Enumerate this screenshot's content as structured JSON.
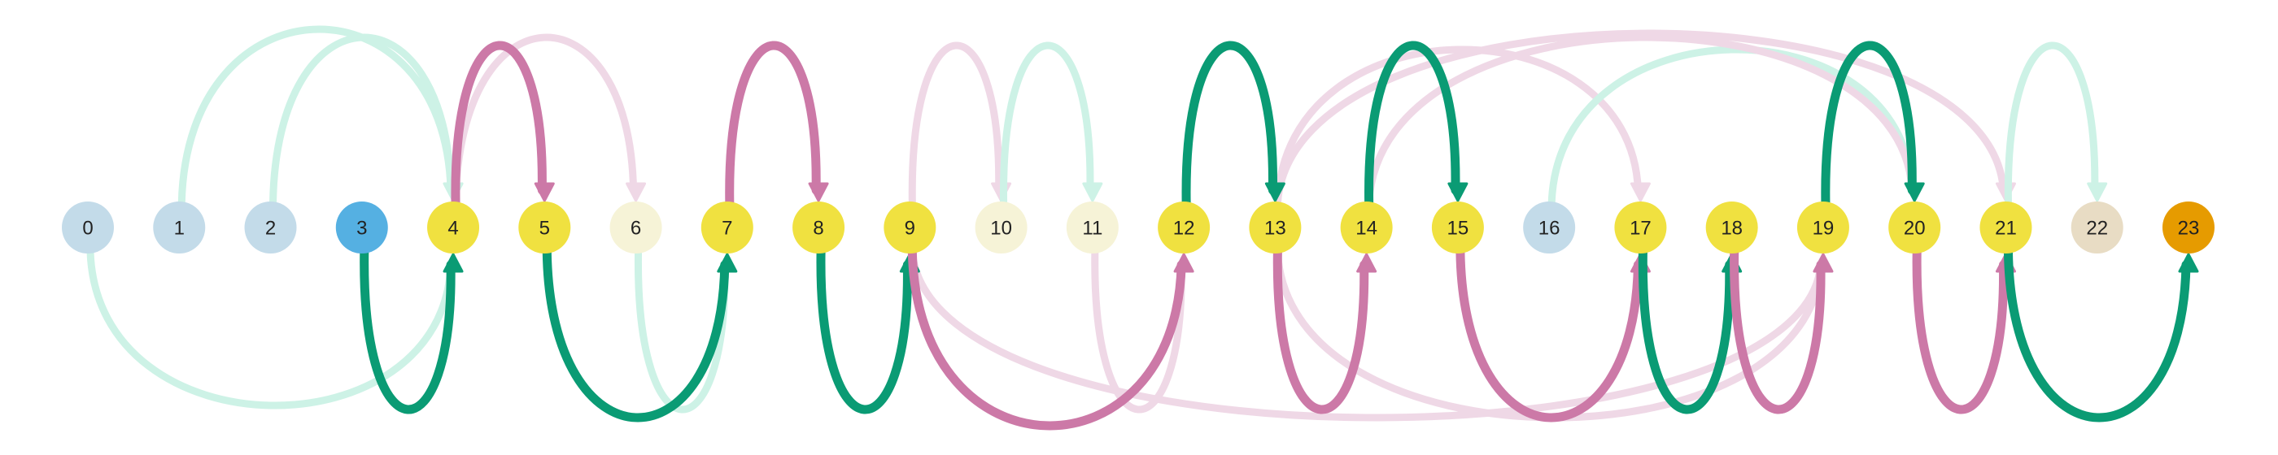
{
  "colors": {
    "green": "#0a9b74",
    "green_light": "#cdf2e6",
    "pink": "#cc79a7",
    "pink_light": "#efd8e6",
    "node_blue_light": "#c3dbe9",
    "node_blue": "#55b0e2",
    "node_yellow": "#f0e140",
    "node_cream": "#f6f3d7",
    "node_beige": "#e8dcc4",
    "node_orange": "#e69b00"
  },
  "nodes": [
    {
      "id": 0,
      "label": "0",
      "color": "node_blue_light"
    },
    {
      "id": 1,
      "label": "1",
      "color": "node_blue_light"
    },
    {
      "id": 2,
      "label": "2",
      "color": "node_blue_light"
    },
    {
      "id": 3,
      "label": "3",
      "color": "node_blue"
    },
    {
      "id": 4,
      "label": "4",
      "color": "node_yellow"
    },
    {
      "id": 5,
      "label": "5",
      "color": "node_yellow"
    },
    {
      "id": 6,
      "label": "6",
      "color": "node_cream"
    },
    {
      "id": 7,
      "label": "7",
      "color": "node_yellow"
    },
    {
      "id": 8,
      "label": "8",
      "color": "node_yellow"
    },
    {
      "id": 9,
      "label": "9",
      "color": "node_yellow"
    },
    {
      "id": 10,
      "label": "10",
      "color": "node_cream"
    },
    {
      "id": 11,
      "label": "11",
      "color": "node_cream"
    },
    {
      "id": 12,
      "label": "12",
      "color": "node_yellow"
    },
    {
      "id": 13,
      "label": "13",
      "color": "node_yellow"
    },
    {
      "id": 14,
      "label": "14",
      "color": "node_yellow"
    },
    {
      "id": 15,
      "label": "15",
      "color": "node_yellow"
    },
    {
      "id": 16,
      "label": "16",
      "color": "node_blue_light"
    },
    {
      "id": 17,
      "label": "17",
      "color": "node_yellow"
    },
    {
      "id": 18,
      "label": "18",
      "color": "node_yellow"
    },
    {
      "id": 19,
      "label": "19",
      "color": "node_yellow"
    },
    {
      "id": 20,
      "label": "20",
      "color": "node_yellow"
    },
    {
      "id": 21,
      "label": "21",
      "color": "node_yellow"
    },
    {
      "id": 22,
      "label": "22",
      "color": "node_beige"
    },
    {
      "id": 23,
      "label": "23",
      "color": "node_orange"
    }
  ],
  "edges": [
    {
      "from": 0,
      "to": 4,
      "side": "below",
      "color": "green_light"
    },
    {
      "from": 1,
      "to": 4,
      "side": "above",
      "color": "green_light"
    },
    {
      "from": 2,
      "to": 4,
      "side": "above",
      "color": "green_light"
    },
    {
      "from": 3,
      "to": 4,
      "side": "below",
      "color": "green"
    },
    {
      "from": 4,
      "to": 5,
      "side": "above",
      "color": "pink"
    },
    {
      "from": 4,
      "to": 6,
      "side": "above",
      "color": "pink_light"
    },
    {
      "from": 5,
      "to": 7,
      "side": "below",
      "color": "green"
    },
    {
      "from": 6,
      "to": 7,
      "side": "below",
      "color": "green_light"
    },
    {
      "from": 7,
      "to": 8,
      "side": "above",
      "color": "pink"
    },
    {
      "from": 8,
      "to": 9,
      "side": "below",
      "color": "green"
    },
    {
      "from": 9,
      "to": 10,
      "side": "above",
      "color": "pink_light"
    },
    {
      "from": 10,
      "to": 11,
      "side": "above",
      "color": "green_light"
    },
    {
      "from": 9,
      "to": 12,
      "side": "below",
      "color": "pink"
    },
    {
      "from": 11,
      "to": 12,
      "side": "below",
      "color": "pink_light"
    },
    {
      "from": 12,
      "to": 13,
      "side": "above",
      "color": "green"
    },
    {
      "from": 13,
      "to": 14,
      "side": "below",
      "color": "pink"
    },
    {
      "from": 14,
      "to": 15,
      "side": "above",
      "color": "green"
    },
    {
      "from": 13,
      "to": 17,
      "side": "above",
      "color": "pink_light"
    },
    {
      "from": 15,
      "to": 17,
      "side": "below",
      "color": "pink"
    },
    {
      "from": 17,
      "to": 18,
      "side": "below",
      "color": "green"
    },
    {
      "from": 18,
      "to": 19,
      "side": "below",
      "color": "pink"
    },
    {
      "from": 13,
      "to": 19,
      "side": "below",
      "color": "pink_light"
    },
    {
      "from": 9,
      "to": 19,
      "side": "below",
      "color": "pink_light"
    },
    {
      "from": 16,
      "to": 20,
      "side": "above",
      "color": "green_light"
    },
    {
      "from": 19,
      "to": 20,
      "side": "above",
      "color": "green"
    },
    {
      "from": 14,
      "to": 20,
      "side": "above",
      "color": "pink_light"
    },
    {
      "from": 20,
      "to": 21,
      "side": "below",
      "color": "pink"
    },
    {
      "from": 13,
      "to": 21,
      "side": "above",
      "color": "pink_light"
    },
    {
      "from": 21,
      "to": 22,
      "side": "above",
      "color": "green_light"
    },
    {
      "from": 21,
      "to": 23,
      "side": "below",
      "color": "green"
    }
  ]
}
